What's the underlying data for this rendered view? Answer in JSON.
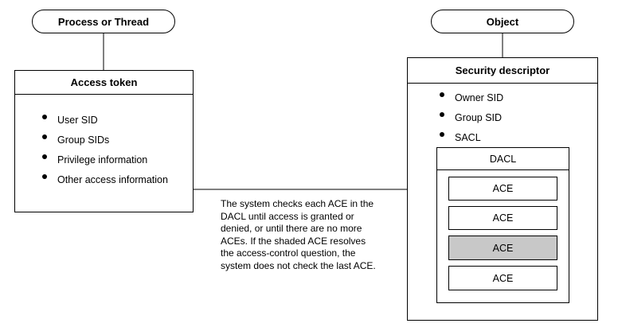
{
  "process": {
    "label": "Process or Thread"
  },
  "object": {
    "label": "Object"
  },
  "access_token": {
    "title": "Access token",
    "items": [
      "User SID",
      "Group SIDs",
      "Privilege information",
      "Other access information"
    ]
  },
  "security_descriptor": {
    "title": "Security descriptor",
    "items": [
      "Owner SID",
      "Group SID",
      "SACL"
    ],
    "dacl": {
      "title": "DACL",
      "aces": [
        "ACE",
        "ACE",
        "ACE",
        "ACE"
      ]
    }
  },
  "note": "The system checks each ACE in the DACL until access is granted or denied, or until there are no more ACEs. If the shaded ACE resolves the access-control question, the system does not check the last ACE."
}
